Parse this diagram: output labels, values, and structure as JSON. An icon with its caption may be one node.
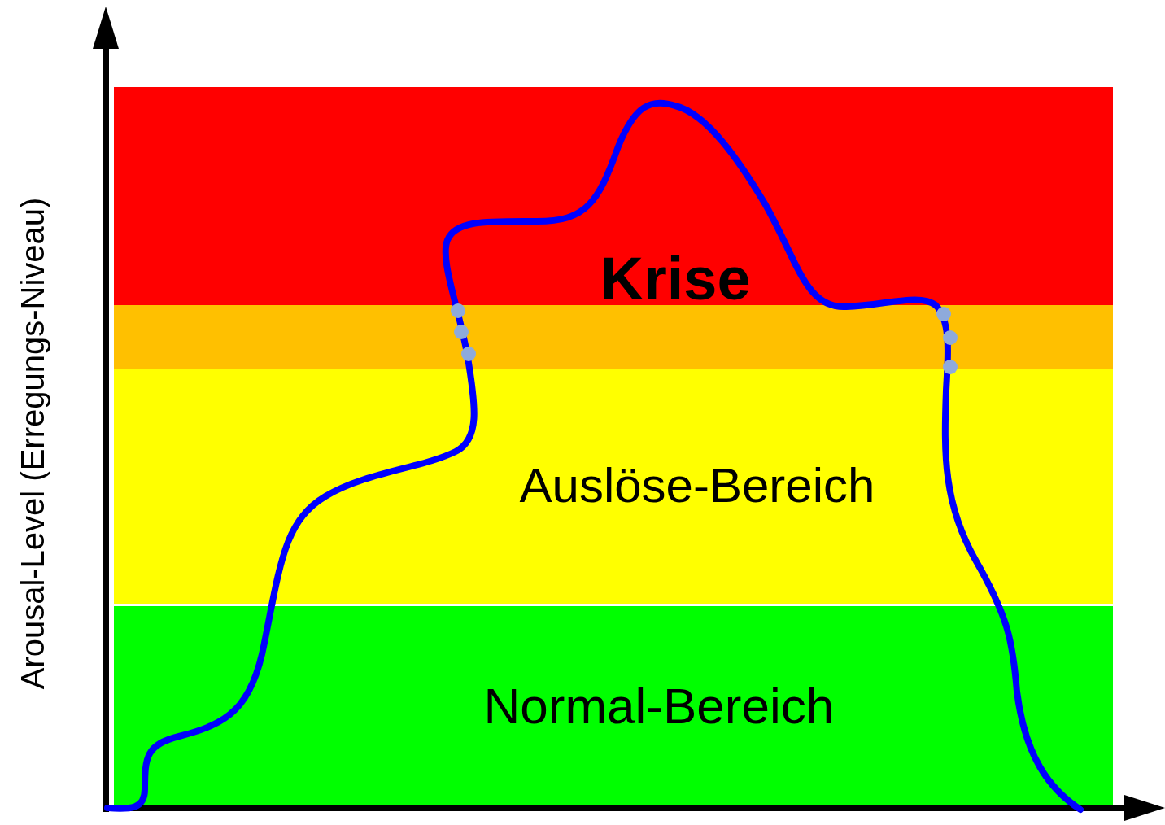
{
  "diagram": {
    "nodes": [
      {
        "text": [
          "Krise"
        ]
      },
      {
        "text": [],
        "shape": "bar"
      },
      {
        "text": [
          "Auslöse-Bereich"
        ]
      },
      {
        "text": [
          "Normal-Bereich"
        ]
      }
    ],
    "labels": [
      "Arousal-Level (Erregungs-Niveau)"
    ]
  }
}
